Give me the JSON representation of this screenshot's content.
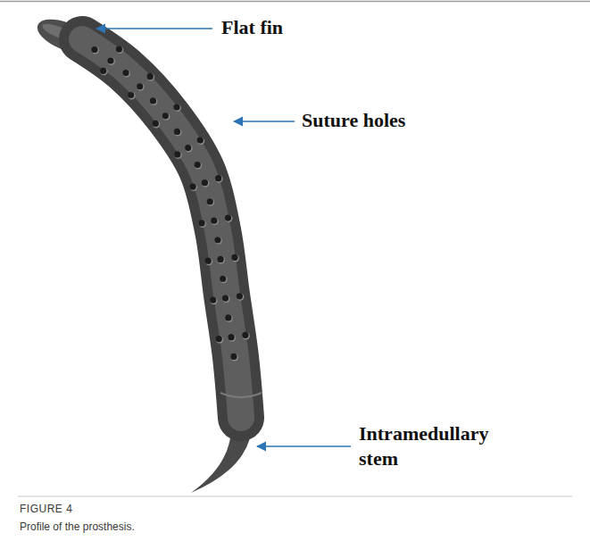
{
  "diagram": {
    "title": "FIGURE 4",
    "caption": "Profile of the prosthesis.",
    "labels": [
      "Flat fin",
      "Suture holes",
      "Intramedullary stem"
    ]
  }
}
